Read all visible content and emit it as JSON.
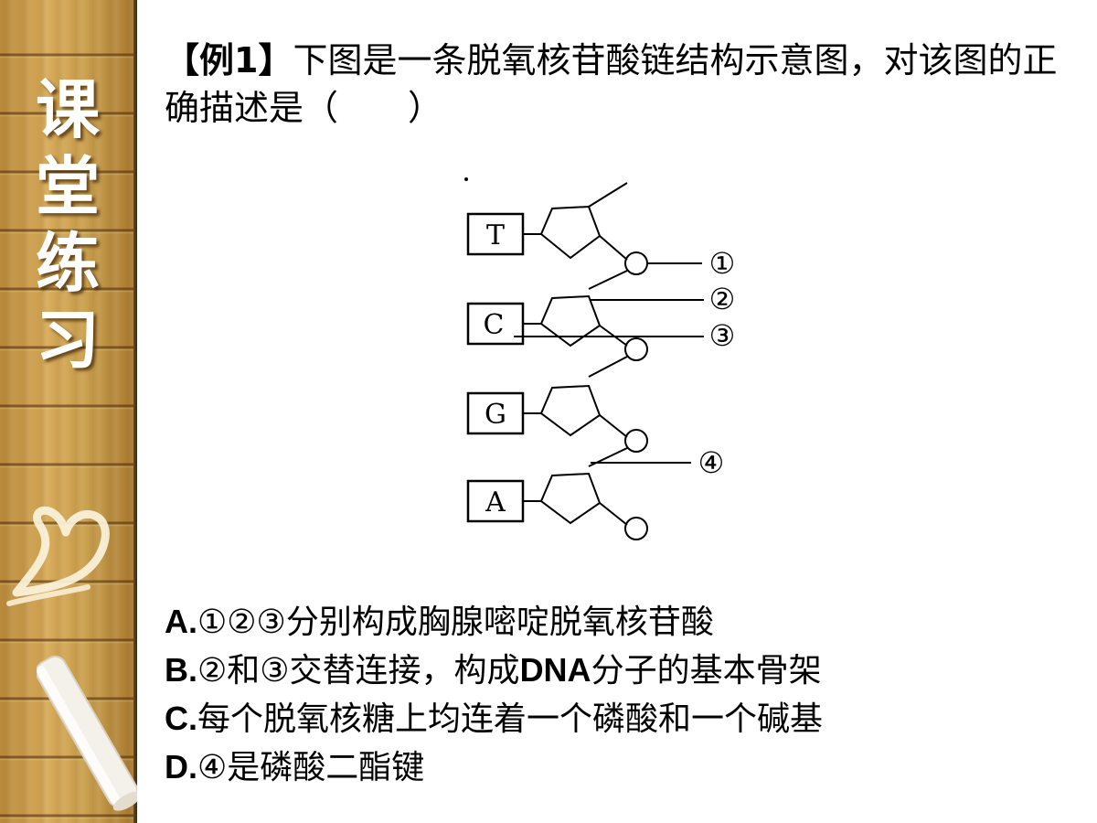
{
  "sidebar": {
    "title_chars": [
      "课",
      "堂",
      "练",
      "习"
    ]
  },
  "question": {
    "tag": "【例1】",
    "text": "下图是一条脱氧核苷酸链结构示意图，对该图的正确描述是（　　）"
  },
  "diagram": {
    "bases": [
      "T",
      "C",
      "G",
      "A"
    ],
    "markers": [
      "①",
      "②",
      "③",
      "④"
    ]
  },
  "options": [
    {
      "letter": "A.",
      "text": "①②③分别构成胸腺嘧啶脱氧核苷酸"
    },
    {
      "letter": "B.",
      "pre": "②和③交替连接，构成",
      "bold": "DNA",
      "post": "分子的基本骨架"
    },
    {
      "letter": "C.",
      "text": "每个脱氧核糖上均连着一个磷酸和一个碱基"
    },
    {
      "letter": "D.",
      "text": "④是磷酸二酯键"
    }
  ]
}
